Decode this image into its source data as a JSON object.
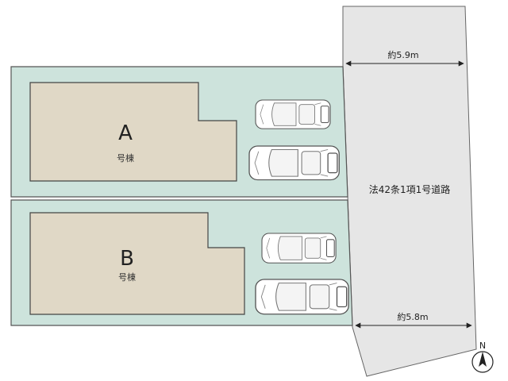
{
  "buildings": [
    {
      "letter": "A",
      "label": "号棟"
    },
    {
      "letter": "B",
      "label": "号棟"
    }
  ],
  "road": {
    "label": "法42条1項1号道路"
  },
  "dimensions": {
    "top": "約5.9m",
    "bottom": "約5.8m"
  },
  "compass": {
    "label": "N"
  },
  "colors": {
    "lot": "#cde3dc",
    "building": "#e0d8c6",
    "road": "#e6e6e6"
  },
  "parking_count": 4
}
